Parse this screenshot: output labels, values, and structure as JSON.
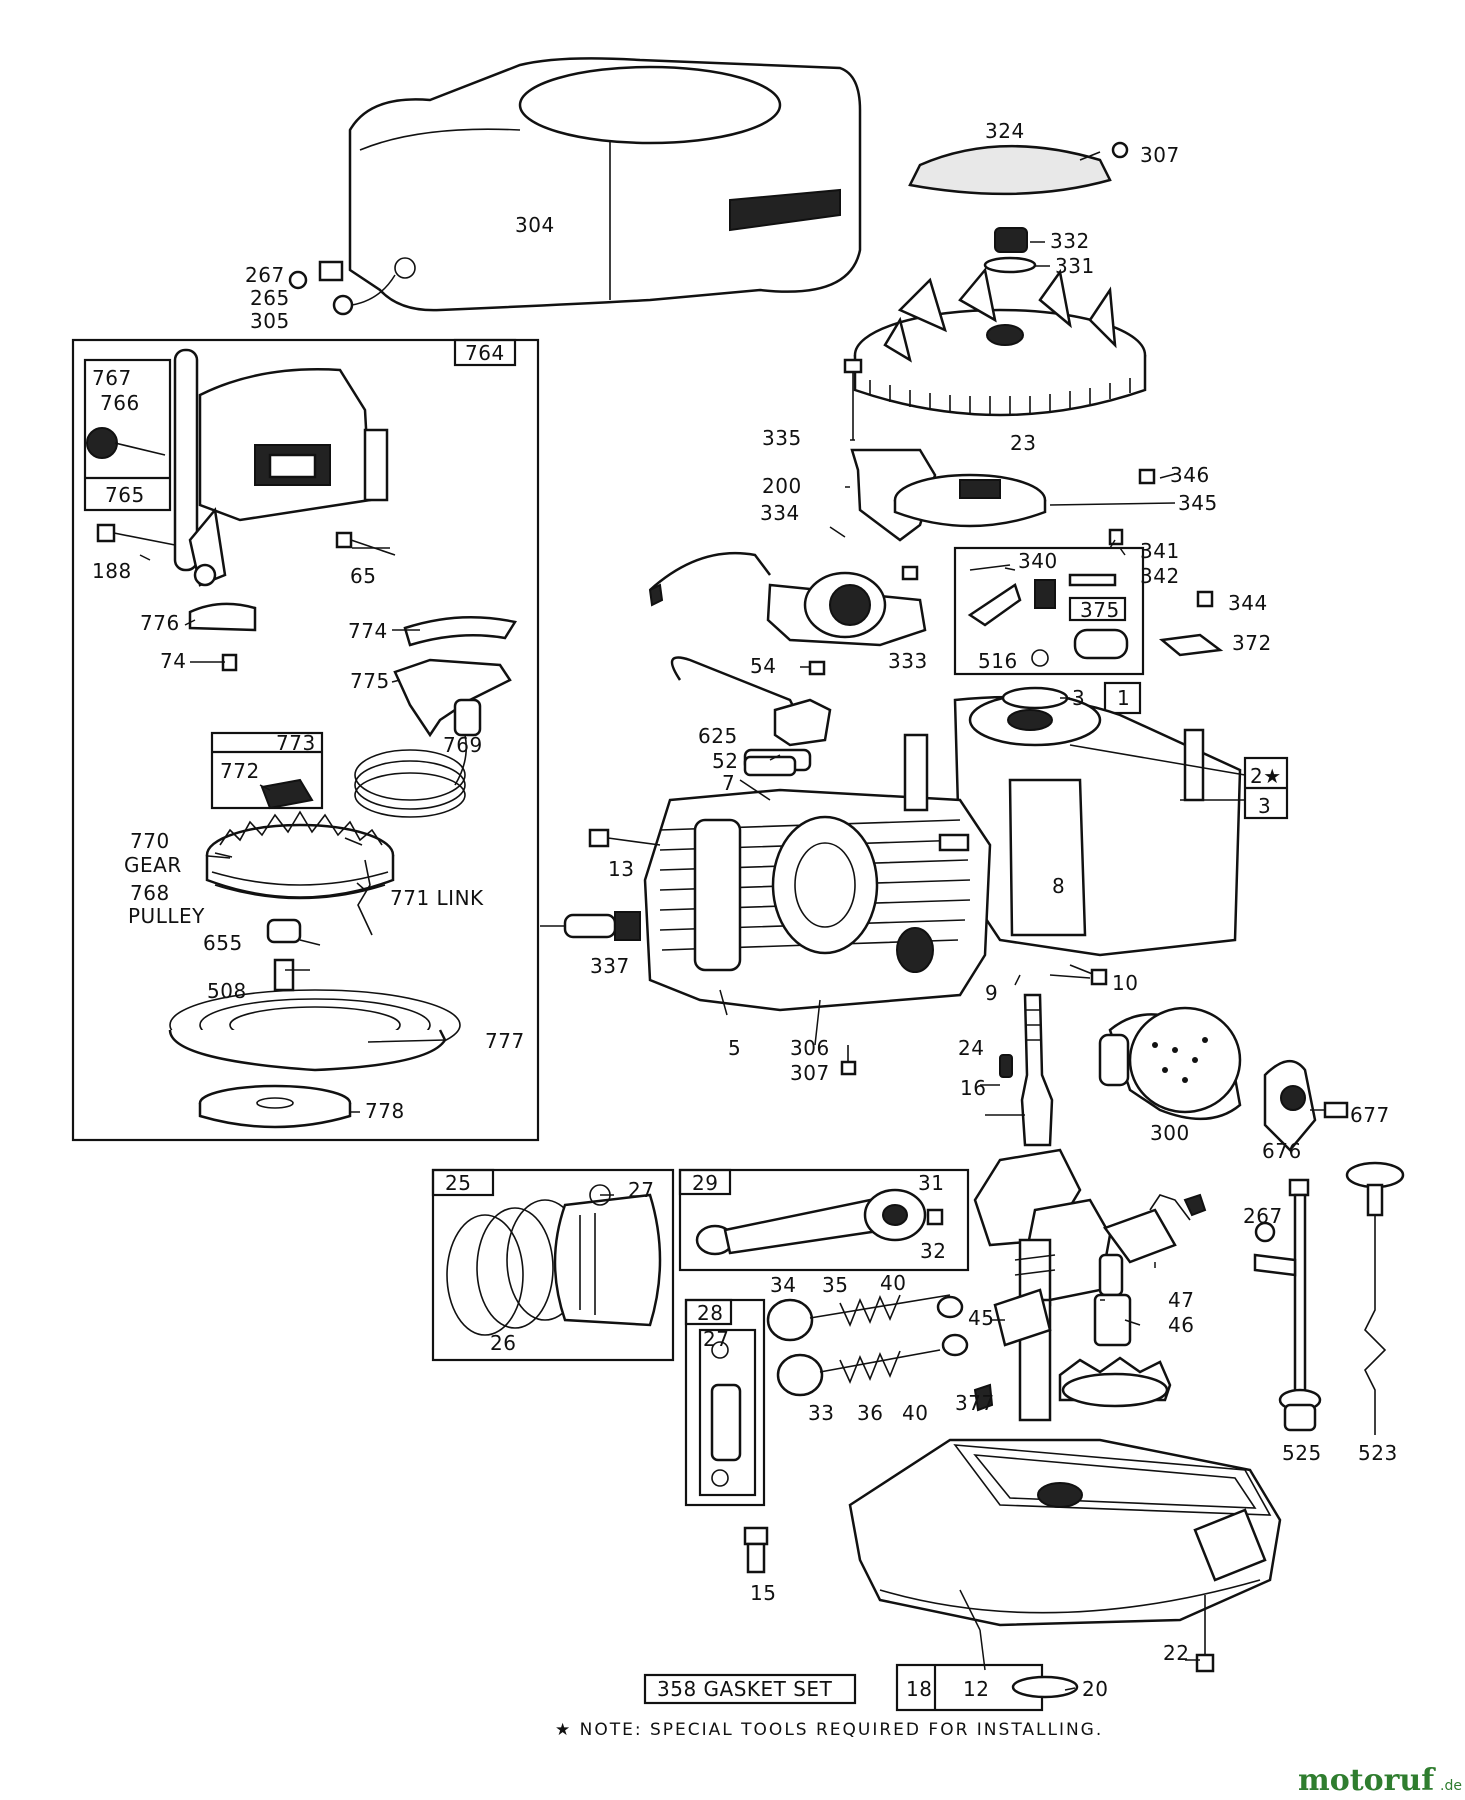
{
  "labels": {
    "l304": "304",
    "l267a": "267",
    "l265": "265",
    "l305": "305",
    "l324": "324",
    "l307a": "307",
    "l332": "332",
    "l331": "331",
    "l23": "23",
    "l764": "764",
    "l767": "767",
    "l766": "766",
    "l765": "765",
    "l188": "188",
    "l65": "65",
    "l776": "776",
    "l74": "74",
    "l774": "774",
    "l775": "775",
    "l773": "773",
    "l772": "772",
    "l769": "769",
    "l770": "770",
    "gear": "GEAR",
    "l768": "768",
    "pulley": "PULLEY",
    "l771": "771 LINK",
    "l655": "655",
    "l508": "508",
    "l777": "777",
    "l778": "778",
    "l335": "335",
    "l200": "200",
    "l334": "334",
    "l333": "333",
    "l54": "54",
    "l625": "625",
    "l52": "52",
    "l7": "7",
    "l13": "13",
    "l337": "337",
    "l5": "5",
    "l306": "306",
    "l307b": "307",
    "l346": "346",
    "l345": "345",
    "l341": "341",
    "l342": "342",
    "l340": "340",
    "l375": "375",
    "l344": "344",
    "l372": "372",
    "l516": "516",
    "l3a": "3",
    "l1": "1",
    "l2": "2★",
    "l3b": "3",
    "l8": "8",
    "l9": "9",
    "l10": "10",
    "l24": "24",
    "l16": "16",
    "l300": "300",
    "l676": "676",
    "l677": "677",
    "l25": "25",
    "l27a": "27",
    "l26": "26",
    "l29": "29",
    "l31": "31",
    "l32": "32",
    "l28": "28",
    "l27b": "27",
    "l34": "34",
    "l35": "35",
    "l40a": "40",
    "l45": "45",
    "l33": "33",
    "l36": "36",
    "l40b": "40",
    "l377": "377",
    "l47": "47",
    "l46": "46",
    "l267b": "267",
    "l525": "525",
    "l523": "523",
    "l15": "15",
    "l22": "22",
    "l358": "358 GASKET SET",
    "l18": "18",
    "l12": "12",
    "l20": "20"
  },
  "note": "★ NOTE: SPECIAL TOOLS REQUIRED FOR INSTALLING.",
  "watermark": {
    "brand": "motoruf",
    "suffix": ".de"
  }
}
